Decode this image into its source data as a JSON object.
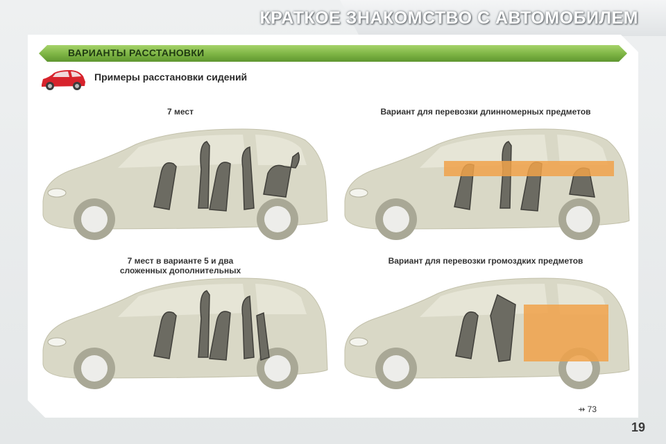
{
  "header": {
    "title": "КРАТКОЕ ЗНАКОМСТВО С АВТОМОБИЛЕМ"
  },
  "section": {
    "title": "ВАРИАНТЫ РАССТАНОВКИ"
  },
  "subtitle": "Примеры расстановки сидений",
  "diagrams": [
    {
      "caption": "7 мест"
    },
    {
      "caption": "Вариант для перевозки длинномерных предметов"
    },
    {
      "caption": "7 мест в варианте 5 и два сложенных дополнительных"
    },
    {
      "caption": "Вариант для перевозки громоздких предметов"
    }
  ],
  "reference": {
    "icon": "arrow-right-icon",
    "page": "73"
  },
  "page_number": "19",
  "colors": {
    "accent_green": "#7db444",
    "car_red": "#d7232c",
    "cargo_orange": "#f0a24a"
  }
}
